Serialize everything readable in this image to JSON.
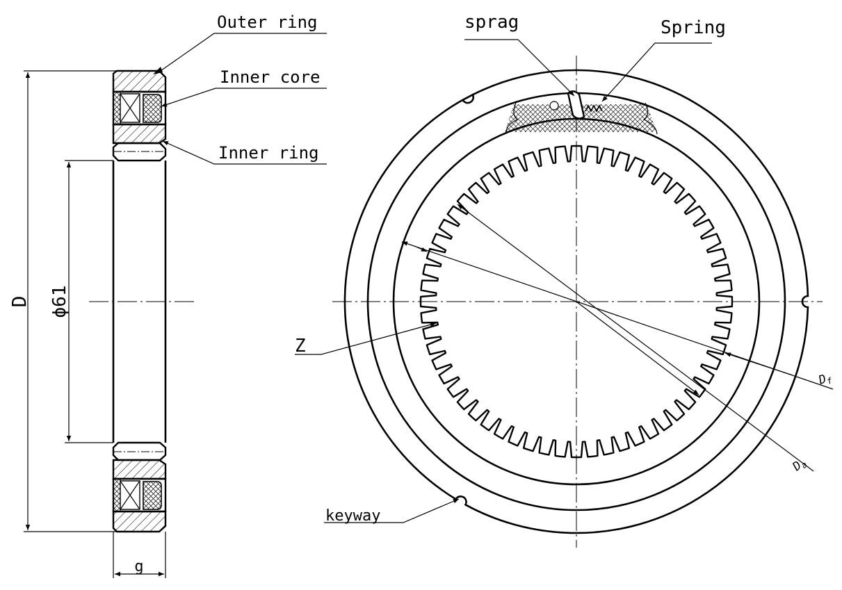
{
  "labels": {
    "outer_ring": "Outer ring",
    "inner_core": "Inner core",
    "inner_ring": "Inner ring",
    "sprag": "sprag",
    "spring": "Spring",
    "z": "Z",
    "keyway": "keyway",
    "df": "Df",
    "da": "Da"
  },
  "dimensions": {
    "outer_diameter": "D",
    "bore": "ϕ61",
    "width": "g"
  },
  "gear": {
    "teeth_count": 60
  },
  "colors": {
    "line": "#000000",
    "background": "#ffffff"
  }
}
